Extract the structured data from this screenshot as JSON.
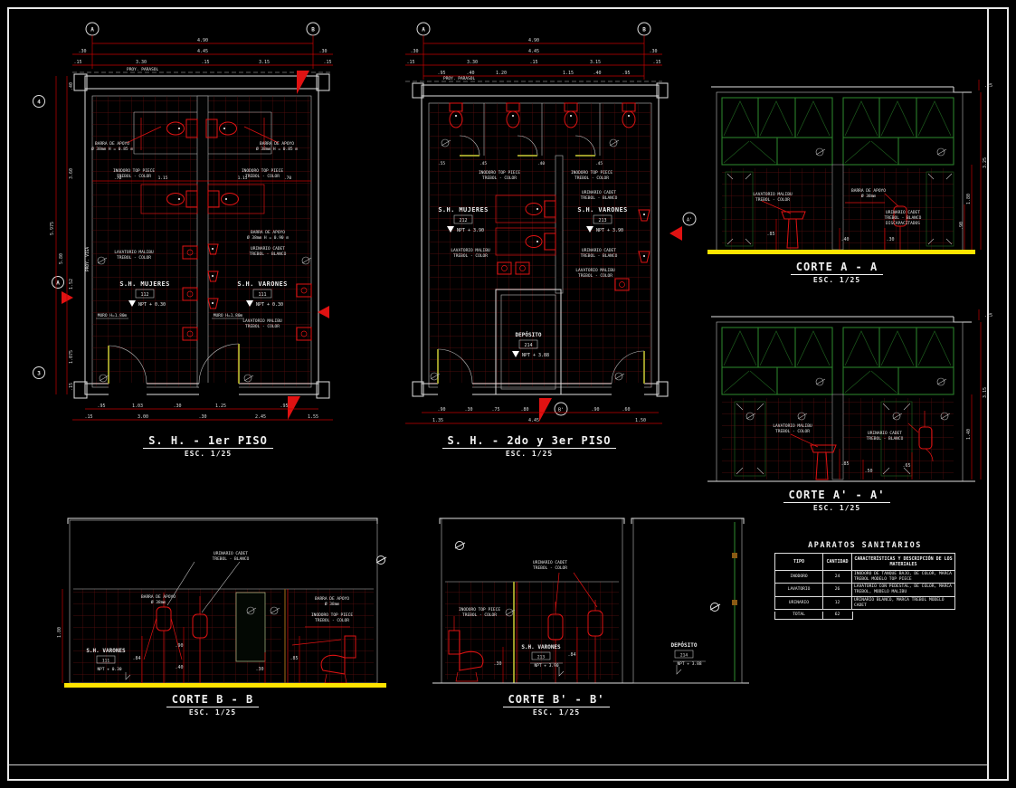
{
  "palette": {
    "background": "#000000",
    "cad_red": "#e01212",
    "dark_red_tile": "#5e0e0e",
    "white": "#e8e8e8",
    "green": "#2e8b2e",
    "olive": "#9a9a28",
    "floor_yellow": "#ffe400"
  },
  "labels": {
    "inodoro1": "INODORO TOP PIECE",
    "inodoro2": "TREBOL  -  COLOR",
    "lav1": "LAVATORIO MALIBU",
    "lav2": "TREBOL  -  COLOR",
    "uri1": "URINARIO CADET",
    "uri2": "TREBOL  -  BLANCO",
    "uri2c": "TREBOL  -  COLOR",
    "uri3": "DISCAPACITADOS",
    "barra1": "BARRA DE APOYO",
    "barra085": "Ø 38mm   H = 0.85 m",
    "barra090": "Ø 38mm   H = 0.90 m",
    "barraD": "Ø 38mm",
    "muro": "MURO  H=1.80m",
    "proy_parasol": "PROY. PARASOL",
    "proy_viga": "PROY. VIGA",
    "sh_mujeres": "S.H. MUJERES",
    "sh_varones": "S.H. VARONES",
    "deposito": "DEPÓSITO",
    "npt_030": "NPT + 0.30",
    "npt_390": "NPT + 3.90",
    "npt_388": "NPT + 3.88",
    "tag_112": "112",
    "tag_111": "111",
    "tag_212": "212",
    "tag_213": "213",
    "tag_214": "214"
  },
  "plan1": {
    "title": "S. H.  -  1er PISO",
    "scale": "ESC. 1/25",
    "bubble_a": "A",
    "bubble_b": "B",
    "bubble_3": "3",
    "bubble_4": "4",
    "flag_a": "A",
    "dims_top1": "4.90",
    "dims_top2": [
      ".30",
      "4.45",
      ".30"
    ],
    "dims_top3": [
      ".15",
      "3.30",
      ".15",
      "3.15",
      ".15"
    ],
    "dims_mid": [
      ".70",
      "1.15",
      "1.15",
      ".70"
    ],
    "dims_bottom1": [
      ".95",
      "1.03",
      ".30",
      "1.25",
      ".95"
    ],
    "dims_bottom2": [
      ".15",
      "3.00",
      ".30",
      "2.45",
      "1.55"
    ],
    "dims_left": [
      ".40",
      "3.60",
      "1.52",
      "1.075",
      ".15"
    ],
    "dims_left_total1": "5.975",
    "dims_left_total2": "5.80"
  },
  "plan2": {
    "title": "S. H.  -  2do y 3er PISO",
    "scale": "ESC. 1/25",
    "bubble_a": "A",
    "bubble_b": "B",
    "flag_a2": "A'",
    "flag_b2": "B'",
    "dims_top1": "4.90",
    "dims_top2": [
      ".30",
      "4.45",
      ".30"
    ],
    "dims_top3": [
      ".15",
      "3.30",
      ".15",
      "3.15",
      ".15"
    ],
    "dims_top4": [
      ".95",
      ".40",
      "1.20",
      "1.15",
      ".40",
      ".95"
    ],
    "dims_stall": [
      ".55",
      ".45",
      ".40",
      ".45"
    ],
    "dims_bottom1": [
      ".90",
      ".30",
      ".75",
      ".80",
      ".90",
      ".60"
    ],
    "dims_bottom2": [
      "1.35",
      "4.45",
      "1.50"
    ]
  },
  "corte_aa": {
    "title": "CORTE   A - A",
    "scale": "ESC. 1/25",
    "dims_right": [
      ".25",
      "3.25",
      "1.80",
      ".90"
    ],
    "dims_inner": [
      ".85",
      ".40",
      ".30"
    ]
  },
  "corte_a2": {
    "title": "CORTE   A' - A'",
    "scale": "ESC. 1/25",
    "dims_right": [
      ".25",
      "3.15",
      "1.40"
    ],
    "dims_inner": [
      ".85",
      ".50",
      ".65"
    ]
  },
  "corte_bb": {
    "title": "CORTE   B - B",
    "scale": "ESC. 1/25",
    "dim_left": "1.80",
    "dims_inner": [
      ".84",
      ".90",
      ".40",
      ".30",
      ".85"
    ]
  },
  "corte_b2": {
    "title": "CORTE   B' - B'",
    "scale": "ESC. 1/25",
    "dims_inner": [
      ".30",
      ".84"
    ]
  },
  "table": {
    "caption": "APARATOS SANITARIOS",
    "headers": [
      "TIPO",
      "CANTIDAD",
      "CARACTERÍSTICAS Y DESCRIPCIÓN DE LOS MATERIALES"
    ],
    "rows": [
      [
        "INODORO",
        "24",
        "INODORO DE TANQUE BAJO, DE COLOR, MARCA TREBOL MODELO TOP PIECE"
      ],
      [
        "LAVATORIO",
        "26",
        "LAVATORIO CON PEDESTAL, DE COLOR, MARCA TREBOL, MODELO MALIBU"
      ],
      [
        "URINARIO",
        "12",
        "URINARIO BLANCO, MARCA TREBOL MODELO CADET"
      ]
    ],
    "total_label": "TOTAL",
    "total_value": "62"
  }
}
